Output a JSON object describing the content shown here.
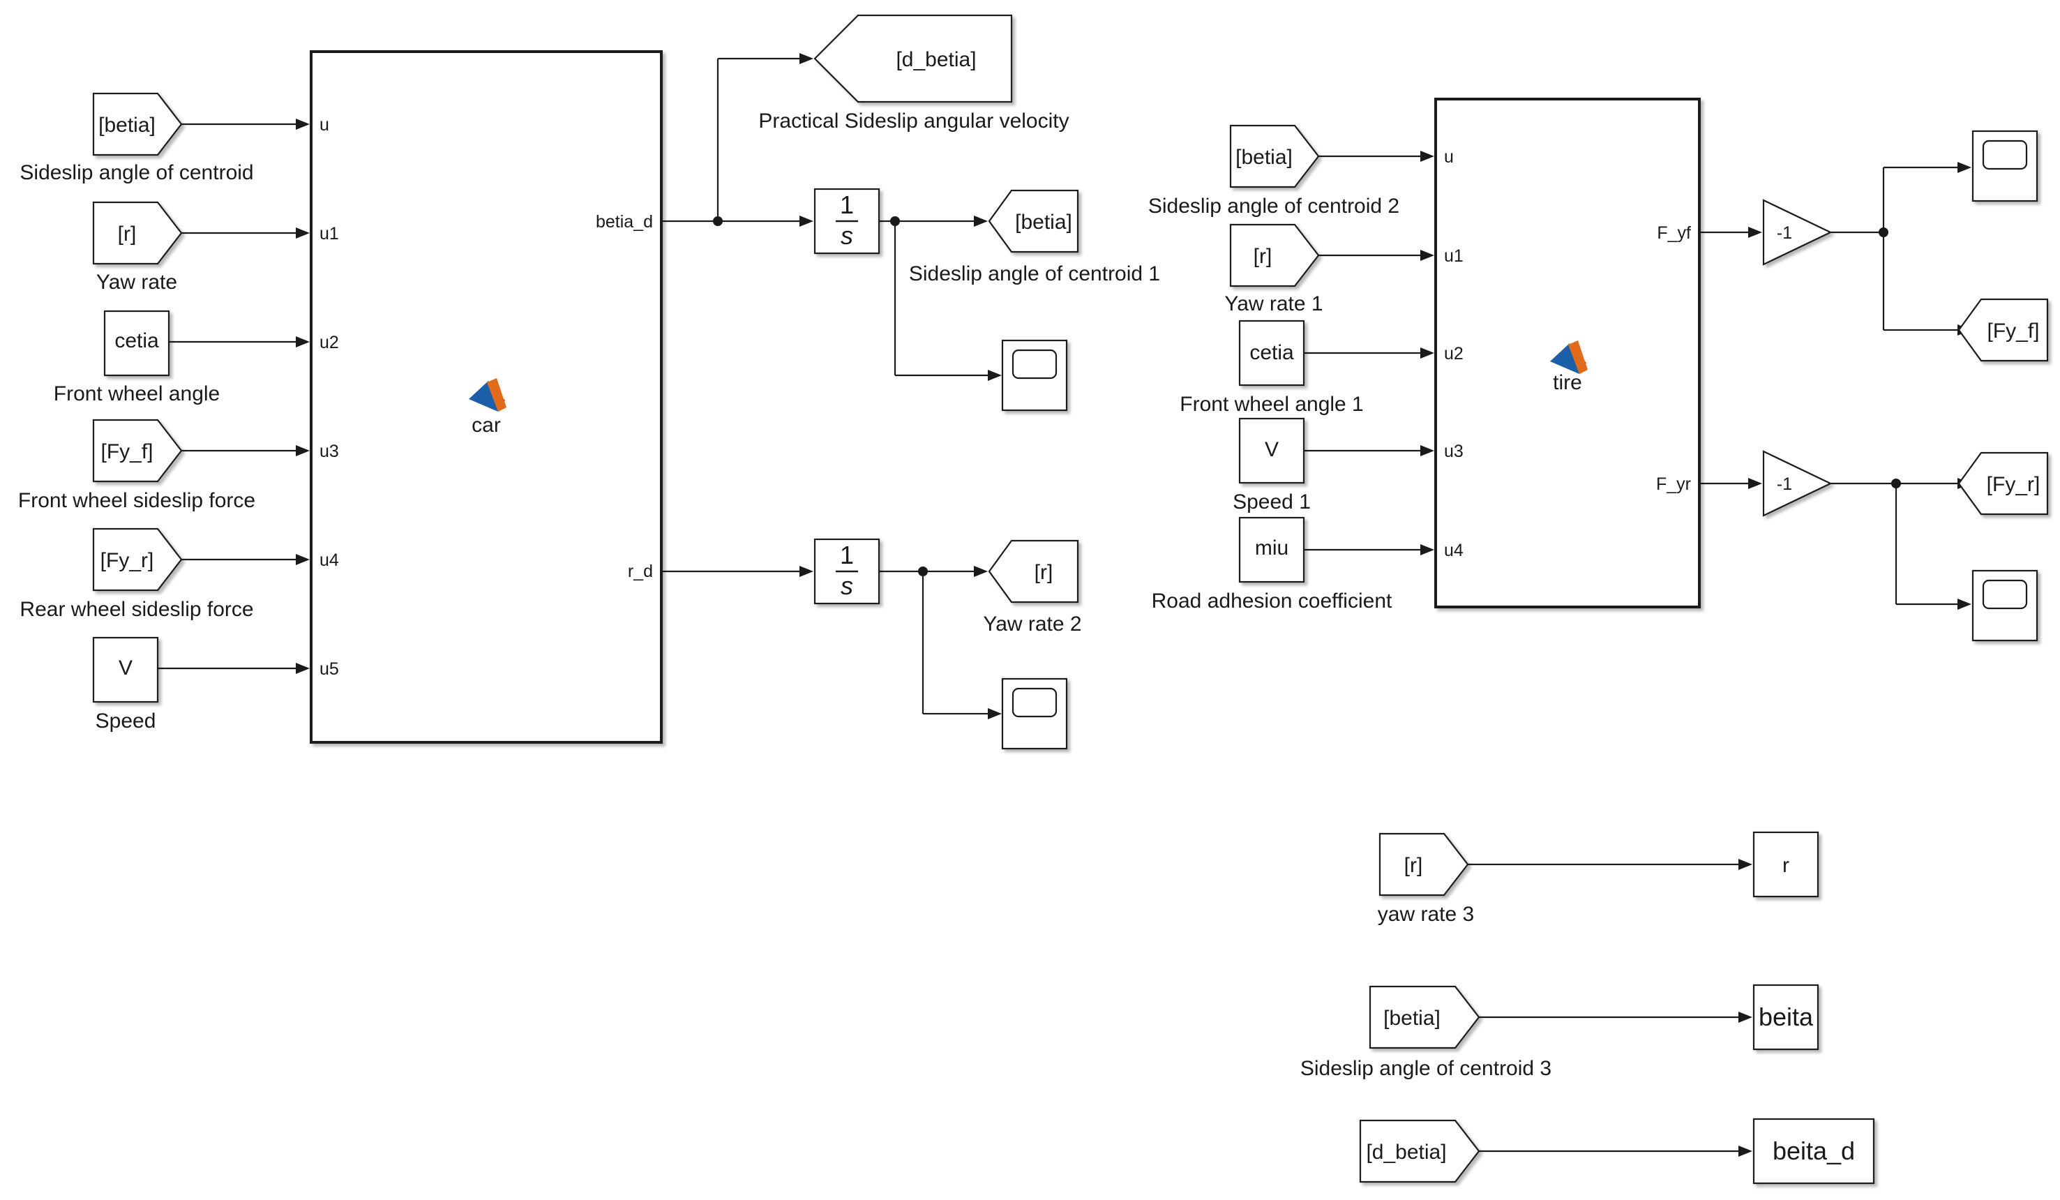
{
  "blocks": {
    "car_subsystem": {
      "name": "car",
      "inputs": [
        "u",
        "u1",
        "u2",
        "u3",
        "u4",
        "u5"
      ],
      "outputs": [
        "betia_d",
        "r_d"
      ]
    },
    "tire_subsystem": {
      "name": "tire",
      "inputs": [
        "u",
        "u1",
        "u2",
        "u3",
        "u4"
      ],
      "outputs": [
        "F_yf",
        "F_yr"
      ]
    },
    "integrator": {
      "numerator": "1",
      "denominator": "s"
    },
    "gain": {
      "value": "-1"
    }
  },
  "car_inputs": [
    {
      "block_text": "[betia]",
      "label": "Sideslip angle of centroid"
    },
    {
      "block_text": "[r]",
      "label": "Yaw rate"
    },
    {
      "block_text": "cetia",
      "label": "Front wheel angle"
    },
    {
      "block_text": "[Fy_f]",
      "label": "Front wheel sideslip force"
    },
    {
      "block_text": "[Fy_r]",
      "label": "Rear wheel sideslip force"
    },
    {
      "block_text": "V",
      "label": "Speed"
    }
  ],
  "car_outputs": {
    "goto_dbetia": {
      "block_text": "[d_betia]",
      "label": "Practical Sideslip angular velocity"
    },
    "goto_betia": {
      "block_text": "[betia]",
      "label": "Sideslip angle of centroid 1"
    },
    "goto_r": {
      "block_text": "[r]",
      "label": "Yaw rate 2"
    }
  },
  "tire_inputs": [
    {
      "block_text": "[betia]",
      "label": "Sideslip angle of centroid 2"
    },
    {
      "block_text": "[r]",
      "label": "Yaw rate 1"
    },
    {
      "block_text": "cetia",
      "label": "Front wheel angle 1"
    },
    {
      "block_text": "V",
      "label": "Speed 1"
    },
    {
      "block_text": "miu",
      "label": "Road adhesion coefficient"
    }
  ],
  "tire_outputs": {
    "goto_fyf": {
      "block_text": "[Fy_f]"
    },
    "goto_fyr": {
      "block_text": "[Fy_r]"
    }
  },
  "workspace_exports": [
    {
      "from_text": "[r]",
      "label": "yaw rate 3",
      "to_text": "r"
    },
    {
      "from_text": "[betia]",
      "label": "Sideslip angle of centroid 3",
      "to_text": "beita"
    },
    {
      "from_text": "[d_betia]",
      "label": "",
      "to_text": "beita_d"
    }
  ],
  "icons": {
    "matlab_function": "matlab-logo-icon",
    "scope": "scope-icon"
  },
  "colors": {
    "matlab_orange": "#e26a1b",
    "matlab_blue": "#1b5fa8",
    "line": "#1a1a1a",
    "background": "#ffffff"
  }
}
